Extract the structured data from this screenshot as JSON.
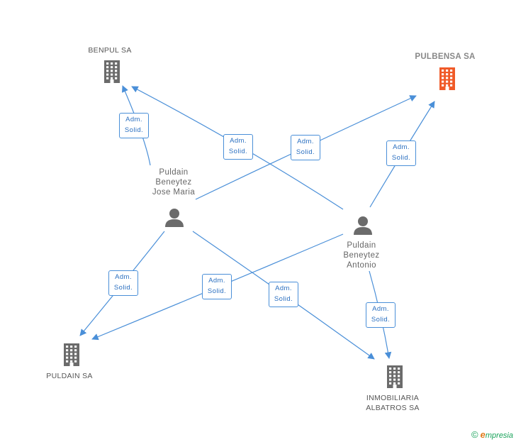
{
  "colors": {
    "edge": "#4a8fd8",
    "building": "#6b6b6b",
    "building_main": "#f05a28",
    "person": "#6b6b6b"
  },
  "companies": [
    {
      "id": "benpul",
      "name_lines": [
        "BENPUL SA"
      ],
      "main": false,
      "icon": "building-icon"
    },
    {
      "id": "pulbensa",
      "name_lines": [
        "PULBENSA SA"
      ],
      "main": true,
      "icon": "building-icon"
    },
    {
      "id": "puldain",
      "name_lines": [
        "PULDAIN SA"
      ],
      "main": false,
      "icon": "building-icon"
    },
    {
      "id": "inmobiliaria",
      "name_lines": [
        "INMOBILIARIA",
        "ALBATROS SA"
      ],
      "main": false,
      "icon": "building-icon"
    }
  ],
  "persons": [
    {
      "id": "jose_maria",
      "name_lines": [
        "Puldain",
        "Beneytez",
        "Jose Maria"
      ],
      "icon": "person-icon"
    },
    {
      "id": "antonio",
      "name_lines": [
        "Puldain",
        "Beneytez",
        "Antonio"
      ],
      "icon": "person-icon"
    }
  ],
  "edges": [
    {
      "from": "jose_maria",
      "to": "benpul",
      "label_lines": [
        "Adm.",
        "Solid."
      ]
    },
    {
      "from": "antonio",
      "to": "benpul",
      "label_lines": [
        "Adm.",
        "Solid."
      ]
    },
    {
      "from": "jose_maria",
      "to": "pulbensa",
      "label_lines": [
        "Adm.",
        "Solid."
      ]
    },
    {
      "from": "antonio",
      "to": "pulbensa",
      "label_lines": [
        "Adm.",
        "Solid."
      ]
    },
    {
      "from": "jose_maria",
      "to": "puldain",
      "label_lines": [
        "Adm.",
        "Solid."
      ]
    },
    {
      "from": "antonio",
      "to": "puldain",
      "label_lines": [
        "Adm.",
        "Solid."
      ]
    },
    {
      "from": "jose_maria",
      "to": "inmobiliaria",
      "label_lines": [
        "Adm.",
        "Solid."
      ]
    },
    {
      "from": "antonio",
      "to": "inmobiliaria",
      "label_lines": [
        "Adm.",
        "Solid."
      ]
    }
  ],
  "footer": {
    "copyright": "©",
    "brand_initial": "e",
    "brand_rest": "mpresia"
  }
}
